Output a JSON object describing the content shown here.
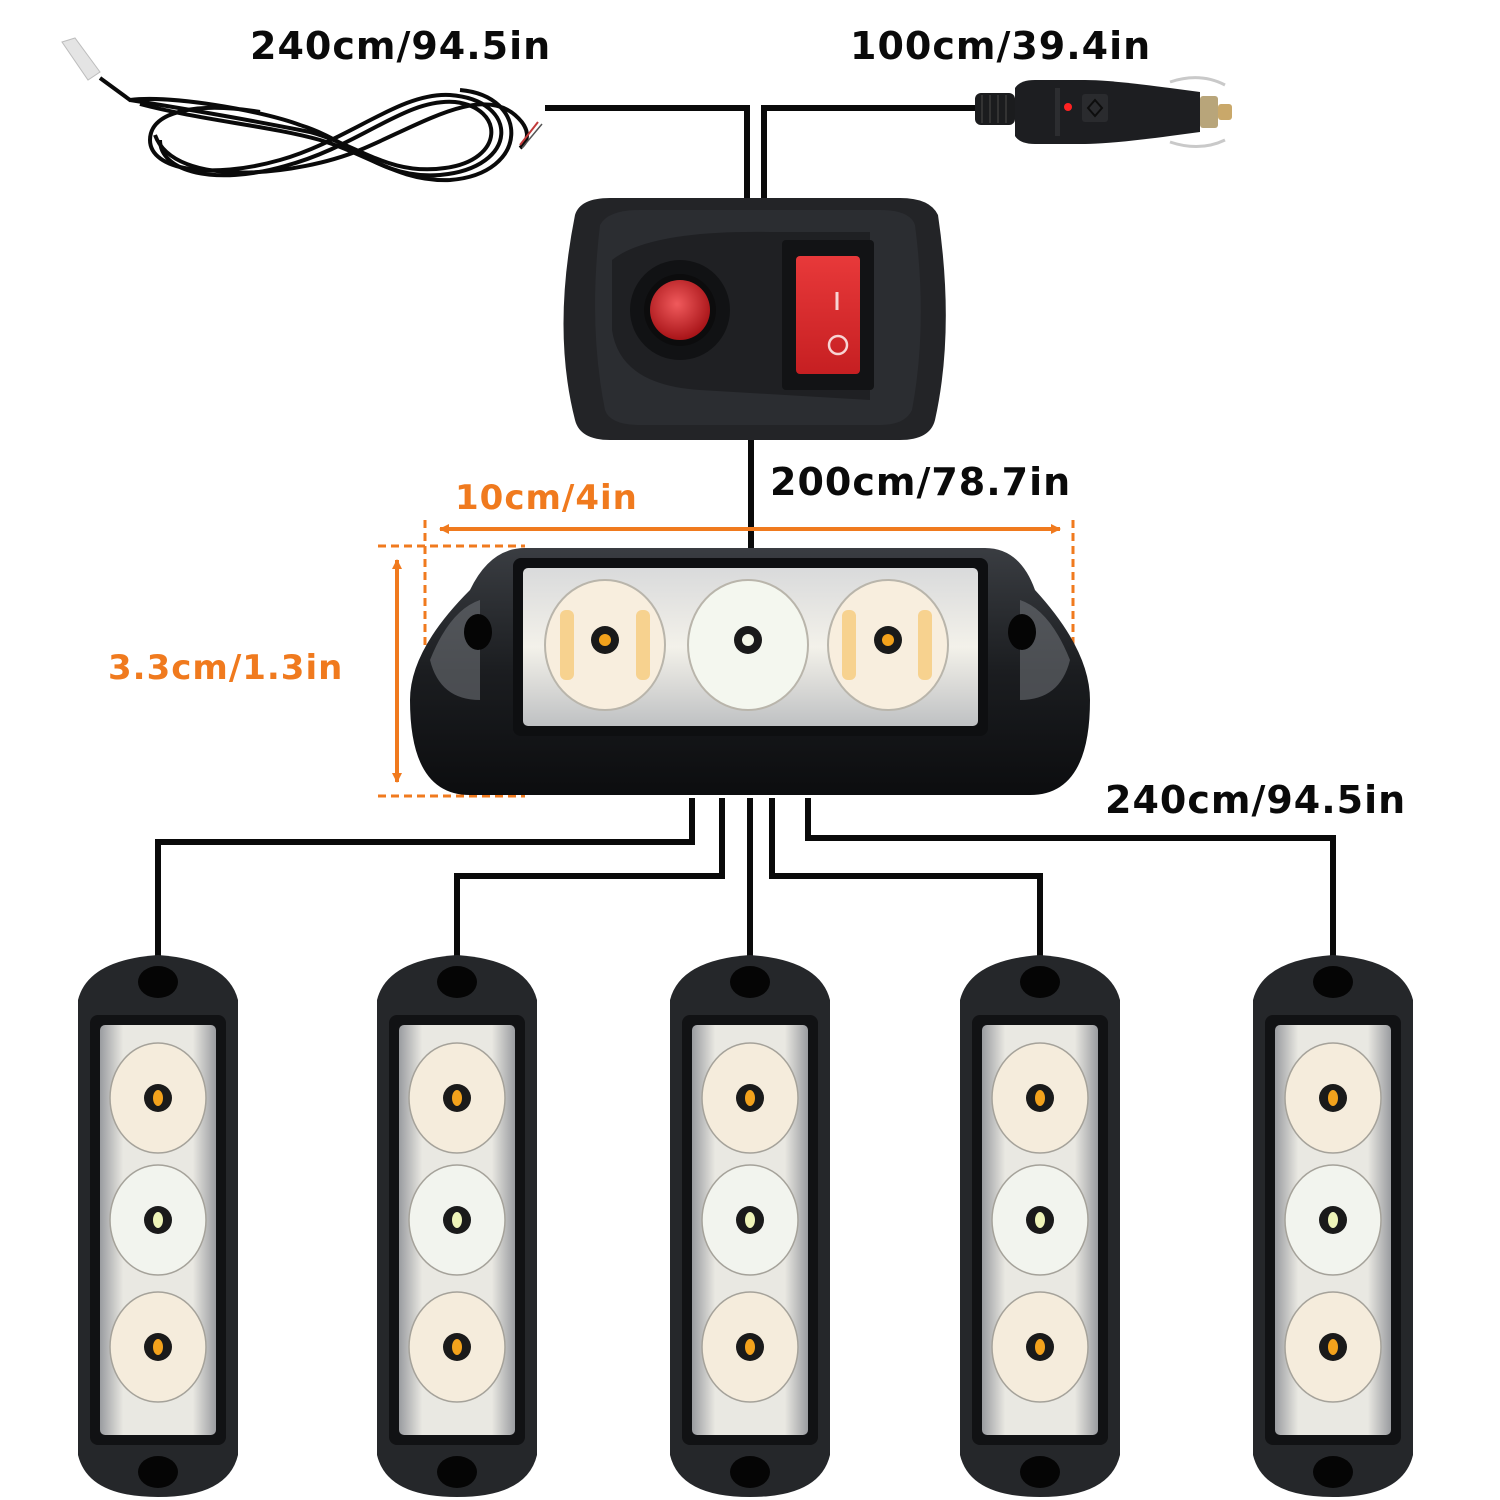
{
  "diagram": {
    "title": "Strobe light kit wiring and dimensions",
    "colors": {
      "wire": "#0a0a0a",
      "dimension": "#f07a1e",
      "housing": "#1a1c1f",
      "switch_red": "#d8262a",
      "amber_led": "#f3a21c",
      "white_led": "#f4f7e8"
    },
    "labels": {
      "power_wire_length": "240cm/94.5in",
      "cigarette_plug_length": "100cm/39.4in",
      "switch_to_hub_length": "200cm/78.7in",
      "light_width": "10cm/4in",
      "light_height": "3.3cm/1.3in",
      "branch_wire_length": "240cm/94.5in"
    },
    "components": {
      "hardwire_cable": {
        "name": "Hardwire power cable with connector"
      },
      "cigarette_plug": {
        "name": "Cigarette lighter plug",
        "indicator": "red LED"
      },
      "switch_box": {
        "name": "Control switch box",
        "push_button": "red push button",
        "rocker_on": "I",
        "rocker_off": "O"
      },
      "main_light": {
        "name": "3-LED strobe light (horizontal)",
        "led_count": 3
      },
      "branch_lights": [
        {
          "name": "Strobe light 1",
          "led_count": 3
        },
        {
          "name": "Strobe light 2",
          "led_count": 3
        },
        {
          "name": "Strobe light 3",
          "led_count": 3
        },
        {
          "name": "Strobe light 4",
          "led_count": 3
        },
        {
          "name": "Strobe light 5",
          "led_count": 3
        }
      ]
    }
  }
}
